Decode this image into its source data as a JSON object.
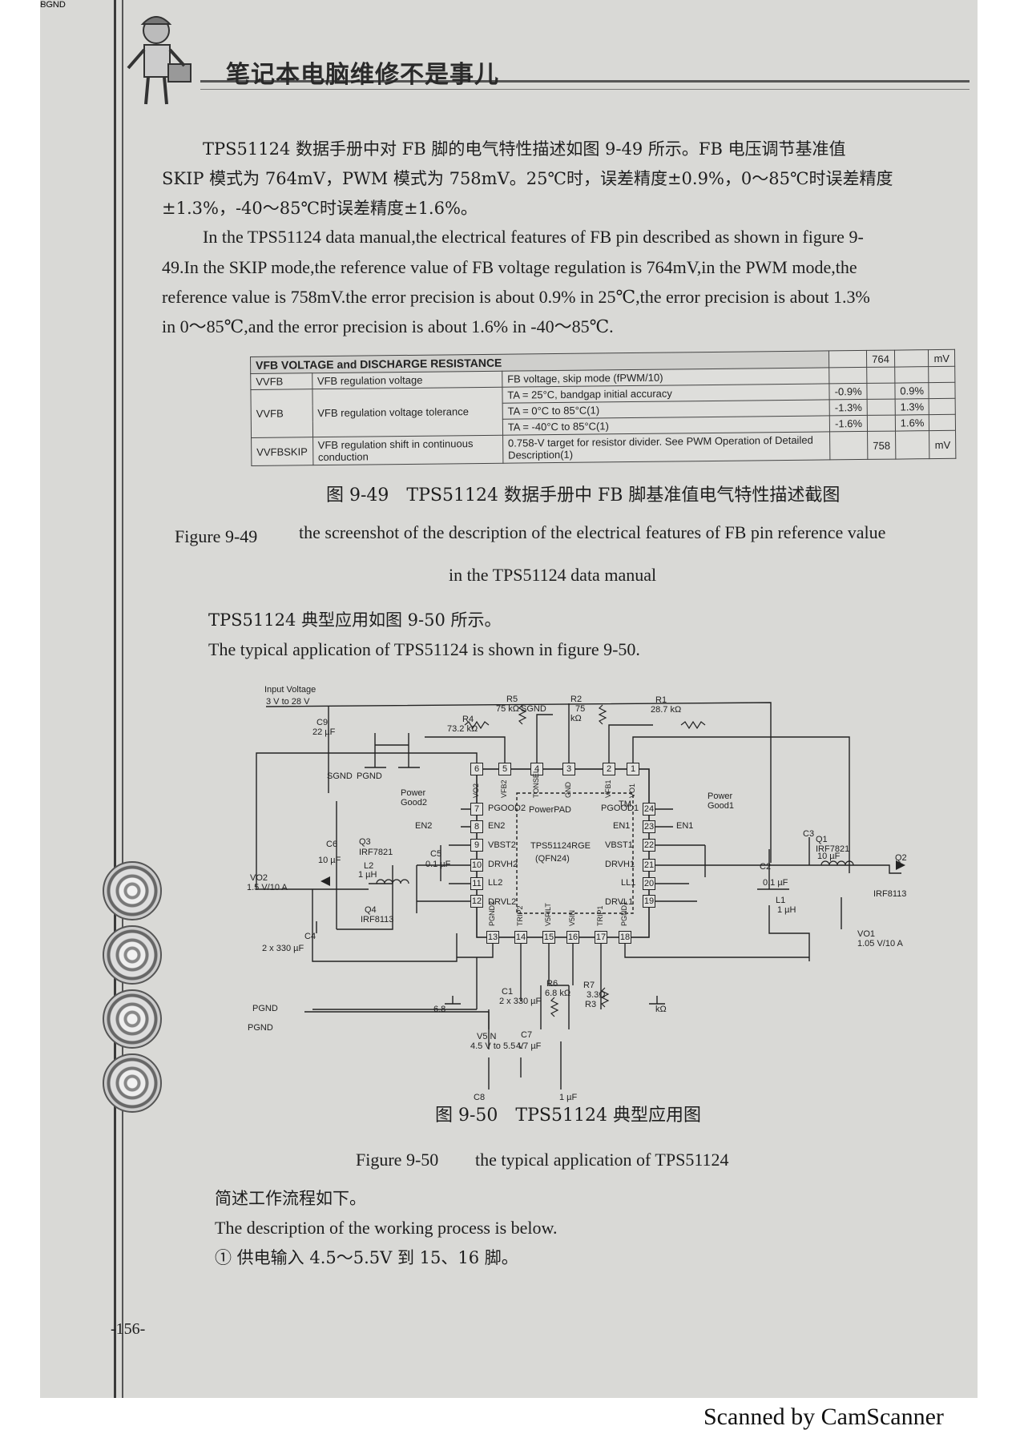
{
  "running_head": "笔记本电脑维修不是事儿",
  "body": {
    "cn_intro": [
      "TPS51124 数据手册中对 FB 脚的电气特性描述如图 9-49 所示。FB 电压调节基准值",
      "SKIP 模式为 764mV，PWM 模式为 758mV。25℃时，误差精度±0.9%，0～85℃时误差精度",
      "±1.3%，-40～85℃时误差精度±1.6%。"
    ],
    "en_intro": [
      "In the TPS51124 data manual,the electrical features of FB pin described as shown in figure 9-",
      "49.In the SKIP mode,the reference value of FB voltage regulation is 764mV,in the PWM mode,the",
      "reference value is 758mV.the error precision is about 0.9% in 25℃,the error precision is about 1.3%",
      "in 0～85℃,and the error precision is about 1.6% in -40～85℃."
    ],
    "cn_app_intro": "TPS51124 典型应用如图 9-50 所示。",
    "en_app_intro": "The typical application of TPS51124 is shown in figure 9-50.",
    "cn_process_intro": "简述工作流程如下。",
    "en_process_intro": "The description of the working process is below.",
    "step1": "① 供电输入 4.5～5.5V 到 15、16 脚。"
  },
  "table": {
    "title": "VFB VOLTAGE and DISCHARGE RESISTANCE",
    "rows": [
      {
        "symbol": "VVFB",
        "param": "VFB regulation voltage",
        "cond": "FB voltage, skip mode (fPWM/10)",
        "min": "",
        "typ": "764",
        "max": "",
        "unit": "mV"
      },
      {
        "symbol": "VVFB",
        "param": "VFB regulation voltage tolerance",
        "cond": "TA = 25°C, bandgap initial accuracy",
        "min": "-0.9%",
        "typ": "",
        "max": "0.9%",
        "unit": ""
      },
      {
        "symbol": "",
        "param": "",
        "cond": "TA = 0°C to 85°C(1)",
        "min": "-1.3%",
        "typ": "",
        "max": "1.3%",
        "unit": ""
      },
      {
        "symbol": "",
        "param": "",
        "cond": "TA = -40°C to 85°C(1)",
        "min": "-1.6%",
        "typ": "",
        "max": "1.6%",
        "unit": ""
      },
      {
        "symbol": "VVFBSKIP",
        "param": "VFB regulation shift in continuous conduction",
        "cond": "0.758-V target for resistor divider. See PWM Operation of Detailed Description(1)",
        "min": "",
        "typ": "758",
        "max": "",
        "unit": "mV"
      }
    ]
  },
  "fig49": {
    "cn": "图 9-49　TPS51124 数据手册中 FB 脚基准值电气特性描述截图",
    "en_label": "Figure 9-49",
    "en_line1": "the screenshot of the description of the electrical features of FB pin reference value",
    "en_line2": "in the TPS51124 data manual"
  },
  "fig50": {
    "cn": "图 9-50　TPS51124 典型应用图",
    "en_label": "Figure 9-50",
    "en_text": "the typical application of TPS51124"
  },
  "schematic": {
    "labels": [
      "Input Voltage",
      "3 V to 28 V",
      "C9",
      "22 µF",
      "R4",
      "73.2 kΩ",
      "R5",
      "75 kΩ",
      "SGND",
      "R2",
      "75",
      "kΩ",
      "R1",
      "28.7 kΩ",
      "SGND",
      "PGND",
      "Power",
      "Good2",
      "PGOOD2",
      "EN2",
      "EN2",
      "VBST2",
      "DRVH2",
      "LL2",
      "DRVL2",
      "PowerPAD",
      "TM",
      "TPS51124RGE",
      "(QFN24)",
      "PGOOD1",
      "Power",
      "Good1",
      "EN1",
      "EN1",
      "VBST1",
      "DRVH1",
      "LL1",
      "DRVL1",
      "C6",
      "10 µF",
      "Q3",
      "IRF7821",
      "C5",
      "0.1 µF",
      "L2",
      "1 µH",
      "Q4",
      "IRF8113",
      "VO2",
      "1.5 V/10 A",
      "C4",
      "2 x 330 µF",
      "C3",
      "10 µF",
      "Q1",
      "IRF7821",
      "C2",
      "0.1 µF",
      "L1",
      "1 µH",
      "Q2",
      "IRF8113",
      "VO1",
      "1.05 V/10 A",
      "C1",
      "2 x 330 µF",
      "R6",
      "6.8 kΩ",
      "R7",
      "3.3Ω",
      "R3",
      "6.8",
      "kΩ",
      "PGND",
      "PGND",
      "V5IN",
      "4.5 V to 5.5 V",
      "C7",
      "4.7 µF",
      "C8",
      "1 µF",
      "PGND",
      "SGND"
    ],
    "pins_top": [
      "6",
      "5",
      "4",
      "3",
      "2",
      "1"
    ],
    "pins_top_names": [
      "VO2",
      "VFB2",
      "TONSEL",
      "GND",
      "VFB1",
      "VO1"
    ],
    "pins_left": [
      "7",
      "8",
      "9",
      "10",
      "11",
      "12"
    ],
    "pins_right": [
      "24",
      "23",
      "22",
      "21",
      "20",
      "19"
    ],
    "pins_bottom": [
      "13",
      "14",
      "15",
      "16",
      "17",
      "18"
    ],
    "pins_bottom_names": [
      "PGND2",
      "TRIP2",
      "V5FILT",
      "V5IN",
      "TRIP1",
      "PGND1"
    ]
  },
  "page_number": "-156-",
  "scanner_mark": "Scanned by CamScanner"
}
